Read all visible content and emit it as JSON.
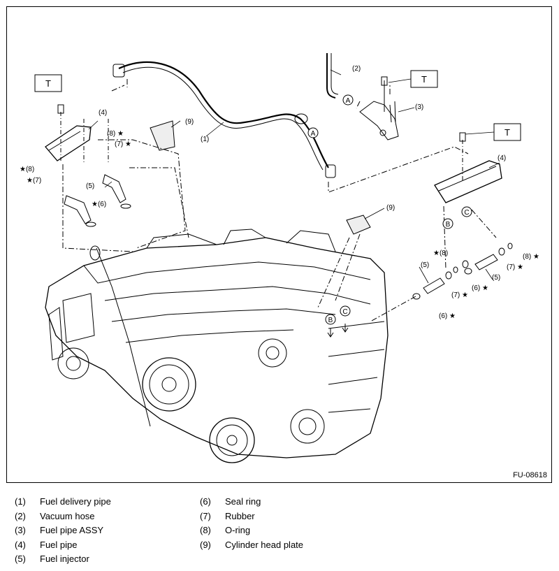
{
  "diagram": {
    "figure_code": "FU-08618",
    "torque_mark": "T",
    "connector_letters": [
      "A",
      "B",
      "C"
    ],
    "callouts": [
      "(1)",
      "(2)",
      "(3)",
      "(4)",
      "(5)",
      "(6)",
      "(7)",
      "(8)",
      "(9)"
    ],
    "star_symbol": "★"
  },
  "legend": {
    "left": [
      {
        "num": "(1)",
        "label": "Fuel delivery pipe"
      },
      {
        "num": "(2)",
        "label": "Vacuum hose"
      },
      {
        "num": "(3)",
        "label": "Fuel pipe ASSY"
      },
      {
        "num": "(4)",
        "label": "Fuel pipe"
      },
      {
        "num": "(5)",
        "label": "Fuel injector"
      }
    ],
    "right": [
      {
        "num": "(6)",
        "label": "Seal ring"
      },
      {
        "num": "(7)",
        "label": "Rubber"
      },
      {
        "num": "(8)",
        "label": "O-ring"
      },
      {
        "num": "(9)",
        "label": "Cylinder head plate"
      }
    ]
  }
}
